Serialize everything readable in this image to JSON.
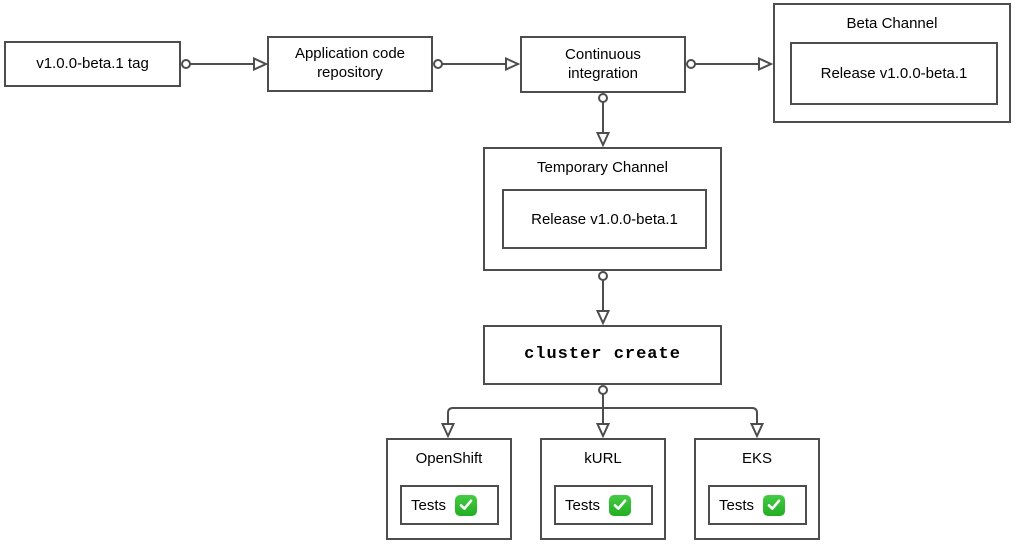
{
  "diagram": {
    "nodes": {
      "tag": {
        "label": "v1.0.0-beta.1 tag"
      },
      "repo": {
        "label": "Application code repository"
      },
      "ci": {
        "label": "Continuous integration"
      },
      "beta_channel": {
        "title": "Beta Channel",
        "release_label": "Release v1.0.0-beta.1"
      },
      "temporary_channel": {
        "title": "Temporary Channel",
        "release_label": "Release v1.0.0-beta.1"
      },
      "cluster_create": {
        "label": "cluster create"
      },
      "openshift": {
        "title": "OpenShift",
        "tests_label": "Tests",
        "status_icon": "check-mark-button"
      },
      "kurl": {
        "title": "kURL",
        "tests_label": "Tests",
        "status_icon": "check-mark-button"
      },
      "eks": {
        "title": "EKS",
        "tests_label": "Tests",
        "status_icon": "check-mark-button"
      }
    },
    "edges": [
      {
        "from": "tag",
        "to": "repo"
      },
      {
        "from": "repo",
        "to": "ci"
      },
      {
        "from": "ci",
        "to": "beta_channel"
      },
      {
        "from": "ci",
        "to": "temporary_channel"
      },
      {
        "from": "temporary_channel",
        "to": "cluster_create"
      },
      {
        "from": "cluster_create",
        "to": "openshift"
      },
      {
        "from": "cluster_create",
        "to": "kurl"
      },
      {
        "from": "cluster_create",
        "to": "eks"
      }
    ],
    "colors": {
      "background": "#ffffff",
      "border": "#4d4d4d",
      "text": "#000000",
      "check_green": "#2db92d",
      "check_mark": "#ffffff"
    }
  }
}
